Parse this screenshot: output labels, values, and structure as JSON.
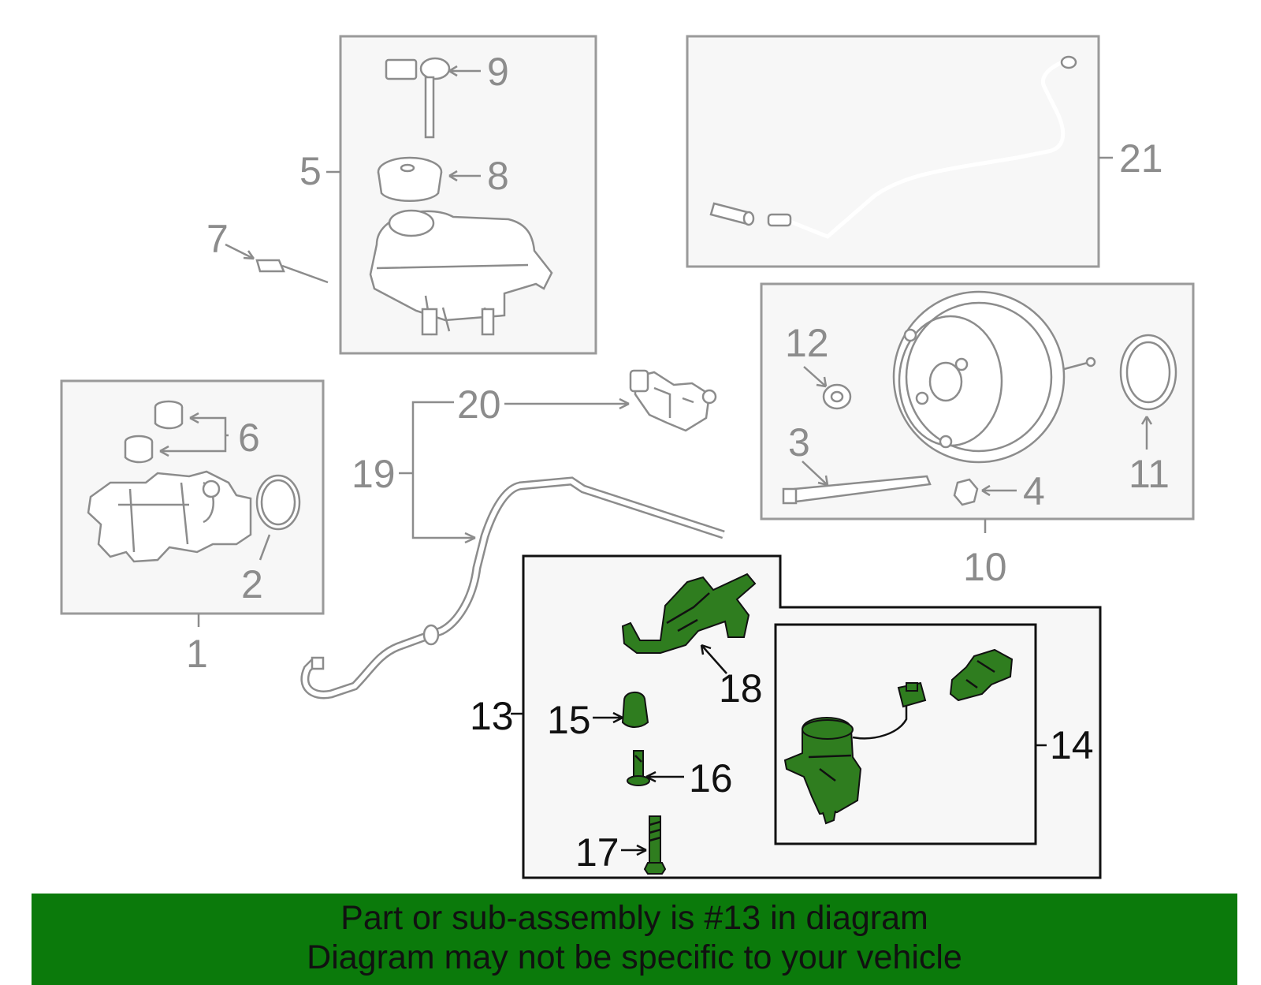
{
  "callouts": {
    "c1": "1",
    "c2": "2",
    "c3": "3",
    "c4": "4",
    "c5": "5",
    "c6": "6",
    "c7": "7",
    "c8": "8",
    "c9": "9",
    "c10": "10",
    "c11": "11",
    "c12": "12",
    "c13": "13",
    "c14": "14",
    "c15": "15",
    "c16": "16",
    "c17": "17",
    "c18": "18",
    "c19": "19",
    "c20": "20",
    "c21": "21"
  },
  "banner": {
    "line1": "Part or sub-assembly is #13 in diagram",
    "line2": "Diagram may not be specific to your vehicle"
  },
  "colors": {
    "banner_bg": "#0b7a0b",
    "highlight_part": "#2f7d1f",
    "inactive_part": "#8c8c8c"
  }
}
